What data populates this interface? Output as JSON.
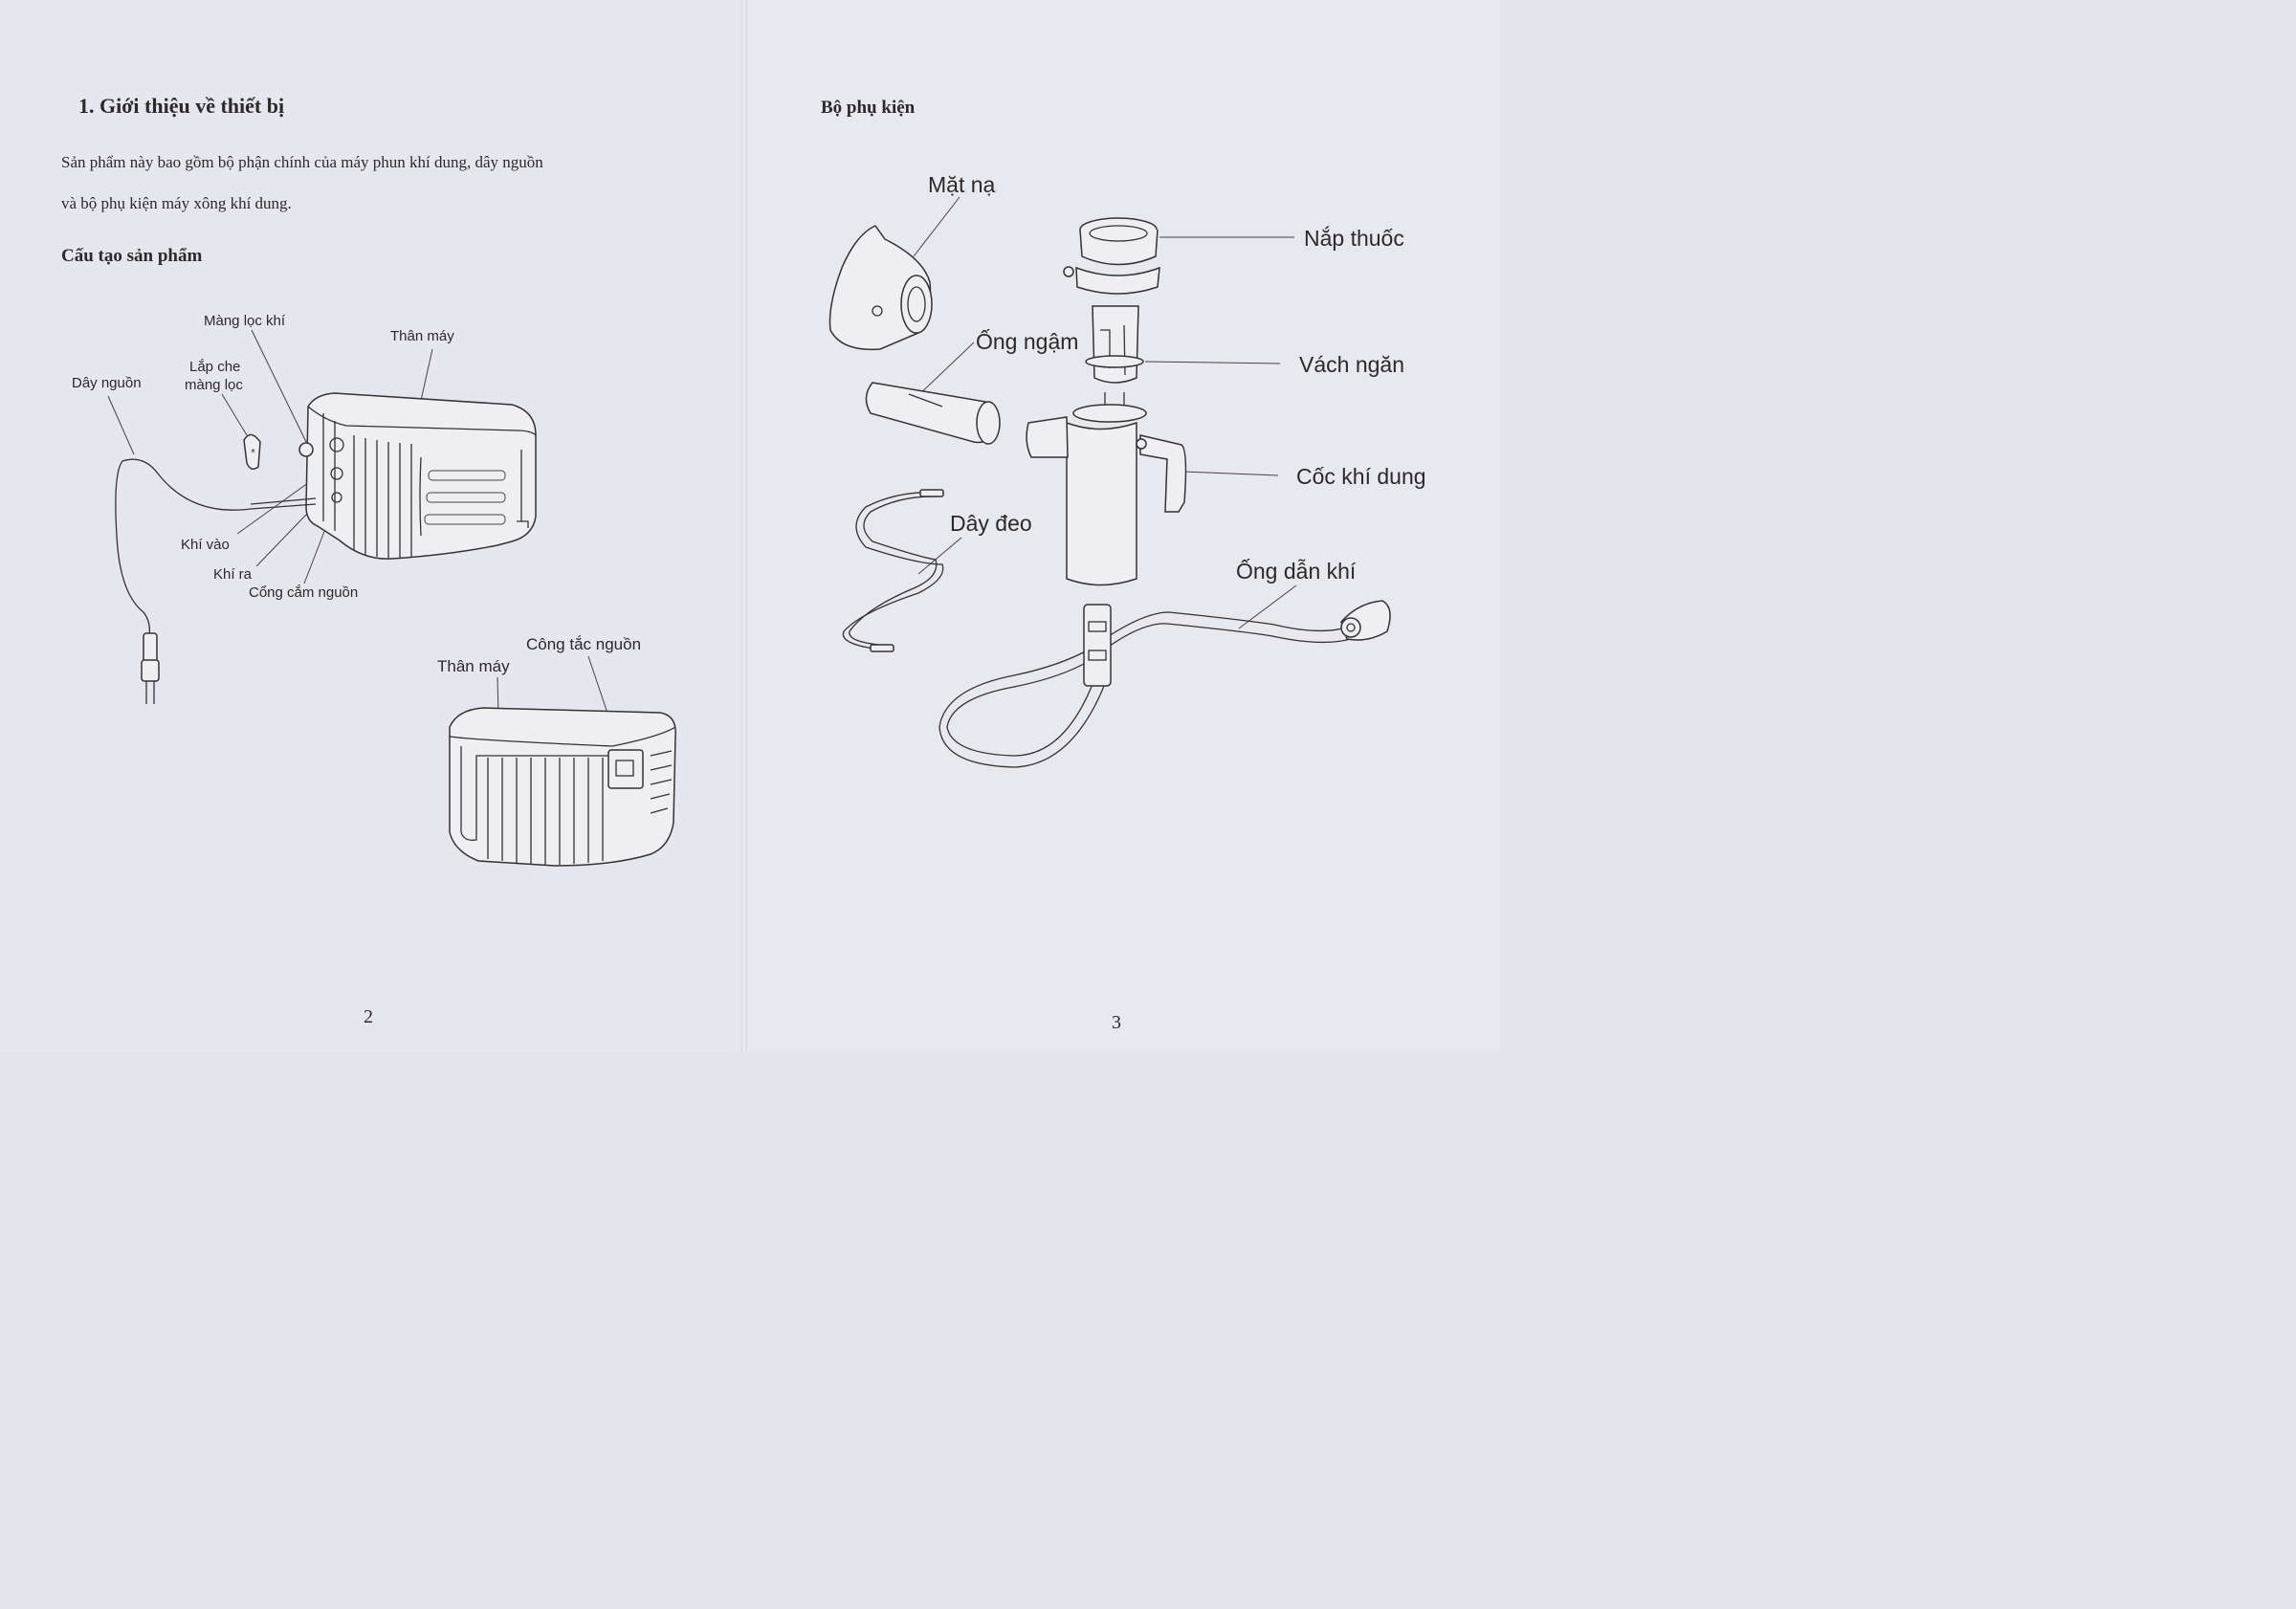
{
  "left_page": {
    "section_title": "1.  Giới thiệu về thiết bị",
    "intro_line1": "Sản phẩm này bao gồm bộ phận chính của máy phun khí dung, dây nguồn",
    "intro_line2": "và bộ phụ kiện máy xông khí dung.",
    "subheading": "Cấu tạo sản phẩm",
    "labels": {
      "mang_loc_khi": "Màng lọc khí",
      "than_may_top": "Thân máy",
      "lap_che_1": "Lắp che",
      "lap_che_2": "màng lọc",
      "day_nguon": "Dây nguồn",
      "khi_vao": "Khí vào",
      "khi_ra": "Khí ra",
      "cong_cam_nguon": "Cổng cắm nguồn",
      "cong_tac_nguon": "Công tắc nguồn",
      "than_may_bottom": "Thân máy"
    },
    "page_number": "2"
  },
  "right_page": {
    "subheading": "Bộ phụ kiện",
    "labels": {
      "mat_na": "Mặt nạ",
      "nap_thuoc": "Nắp thuốc",
      "ong_ngam": "Ống ngậm",
      "vach_ngan": "Vách ngăn",
      "coc_khi_dung": "Cốc khí dung",
      "day_deo": "Dây đeo",
      "ong_dan_khi": "Ống dẫn khí"
    },
    "page_number": "3"
  }
}
